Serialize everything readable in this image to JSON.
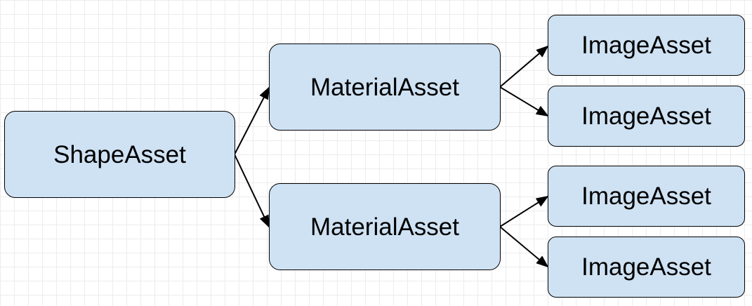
{
  "diagram": {
    "root": {
      "label": "ShapeAsset"
    },
    "materials": [
      {
        "label": "MaterialAsset",
        "images": [
          {
            "label": "ImageAsset"
          },
          {
            "label": "ImageAsset"
          }
        ]
      },
      {
        "label": "MaterialAsset",
        "images": [
          {
            "label": "ImageAsset"
          },
          {
            "label": "ImageAsset"
          }
        ]
      }
    ],
    "colors": {
      "node_fill": "#cfe2f3",
      "node_border": "#000000",
      "connector": "#000000"
    }
  }
}
